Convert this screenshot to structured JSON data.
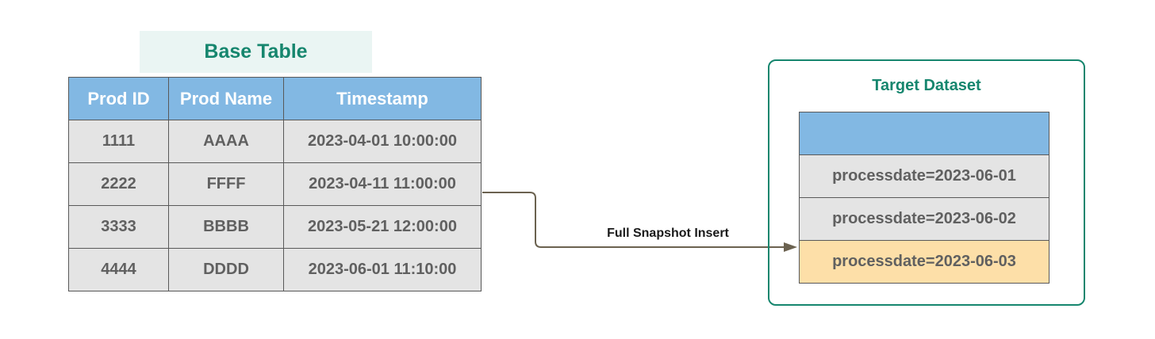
{
  "base_table": {
    "title": "Base Table",
    "columns": [
      "Prod ID",
      "Prod Name",
      "Timestamp"
    ],
    "rows": [
      [
        "1111",
        "AAAA",
        "2023-04-01 10:00:00"
      ],
      [
        "2222",
        "FFFF",
        "2023-04-11 11:00:00"
      ],
      [
        "3333",
        "BBBB",
        "2023-05-21 12:00:00"
      ],
      [
        "4444",
        "DDDD",
        "2023-06-01 11:10:00"
      ]
    ]
  },
  "edge": {
    "label": "Full Snapshot Insert"
  },
  "target": {
    "title": "Target Dataset",
    "partitions": [
      "processdate=2023-06-01",
      "processdate=2023-06-02",
      "processdate=2023-06-03"
    ],
    "highlighted_partition": 2
  },
  "colors": {
    "accent_green": "#16866e",
    "header_blue": "#82b8e3",
    "cell_gray": "#e4e4e4",
    "highlight_orange": "#fddfa8",
    "arrow": "#6b6250"
  }
}
